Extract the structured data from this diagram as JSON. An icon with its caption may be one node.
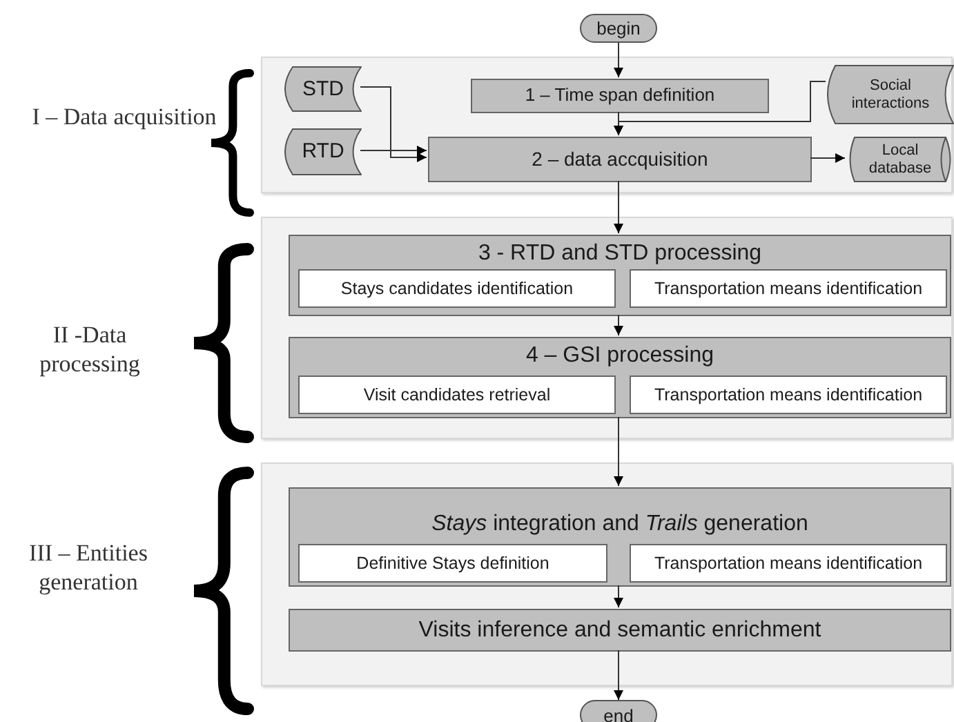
{
  "diagram": {
    "nodes": [
      {
        "text": [
          "begin"
        ]
      },
      {
        "text": [],
        "shape": "box"
      },
      {
        "text": [
          "STD"
        ],
        "in": 1
      },
      {
        "text": [
          "RTD"
        ],
        "in": 1
      },
      {
        "text": [
          "1 – Time span definition"
        ],
        "in": 1
      },
      {
        "text": [
          "Social interactions"
        ],
        "in": 1
      },
      {
        "text": [
          "2 – data accquisition"
        ],
        "in": 1
      },
      {
        "text": [
          "Local database"
        ],
        "in": 1
      },
      {
        "text": [],
        "shape": "box"
      },
      {
        "text": [
          "3 -   RTD and STD processing"
        ],
        "in": 8
      },
      {
        "text": [
          "Stays candidates identification"
        ],
        "in": 9
      },
      {
        "text": [
          "Transportation means identification"
        ],
        "in": 9
      },
      {
        "text": [
          "4 – GSI processing"
        ],
        "in": 8
      },
      {
        "text": [
          "Visit candidates retrieval"
        ],
        "in": 12
      },
      {
        "text": [
          "Transportation means identification"
        ],
        "in": 12
      },
      {
        "text": [],
        "shape": "box"
      },
      {
        "text": [
          "*Stays* integration and *Trails* generation"
        ],
        "in": 15
      },
      {
        "text": [
          "Definitive Stays definition"
        ],
        "in": 16
      },
      {
        "text": [
          "Transportation means identification"
        ],
        "in": 16
      },
      {
        "text": [
          "Visits inference and semantic enrichment"
        ],
        "in": 15
      },
      {
        "text": [
          "end"
        ]
      }
    ],
    "edges": [
      {
        "from": 0,
        "to": 4,
        "arrow": "to"
      },
      {
        "from": 4,
        "to": 6,
        "arrow": "to"
      },
      {
        "from": 2,
        "to": 6,
        "arrow": "to"
      },
      {
        "from": 3,
        "to": 6,
        "arrow": "to"
      },
      {
        "from": 5,
        "to": 6,
        "arrow": "to"
      },
      {
        "from": 6,
        "to": 7,
        "arrow": "to"
      },
      {
        "from": 6,
        "to": 9,
        "arrow": "to"
      },
      {
        "from": 9,
        "to": 12,
        "arrow": "to"
      },
      {
        "from": 12,
        "to": 16,
        "arrow": "to"
      },
      {
        "from": 16,
        "to": 19,
        "arrow": "to"
      },
      {
        "from": 19,
        "to": 20,
        "arrow": "to"
      }
    ],
    "labels": [
      "I – Data acquisition",
      "II -Data processing",
      "III – Entities generation"
    ]
  }
}
